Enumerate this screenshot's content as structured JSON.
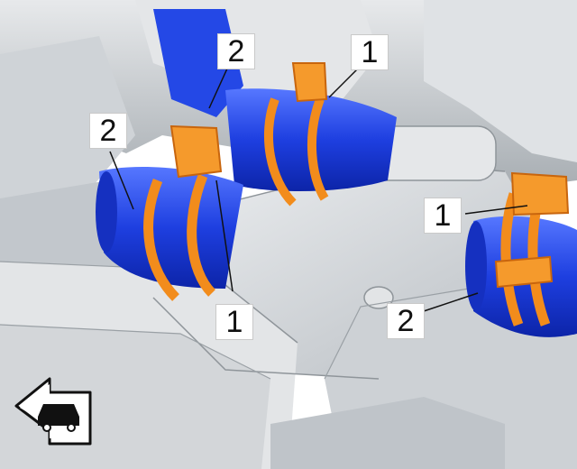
{
  "colors": {
    "hose": "#1e3fe0",
    "hose_highlight": "#3f66ff",
    "clamp": "#f28c1c",
    "clamp_shadow": "#c8650d",
    "engine": "#d9dcdf",
    "engine_dark": "#a9aeb3",
    "background": "#ffffff"
  },
  "callouts": {
    "upper_left_hose": "2",
    "upper_clamp": "1",
    "left_hose": "2",
    "lower_left_clamp": "1",
    "right_clamp": "1",
    "right_hose": "2"
  },
  "icons": {
    "direction": "vehicle-direction-arrow-icon"
  }
}
